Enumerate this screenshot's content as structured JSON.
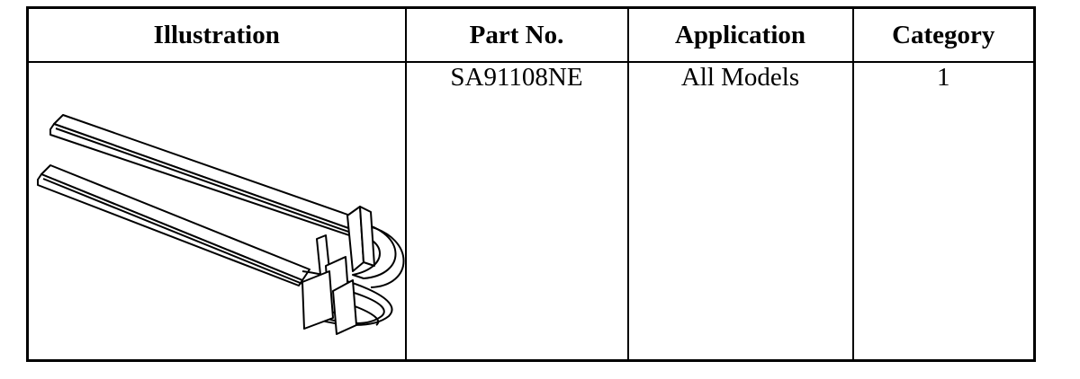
{
  "table": {
    "headers": {
      "illustration": "Illustration",
      "part_no": "Part No.",
      "application": "Application",
      "category": "Category"
    },
    "rows": [
      {
        "illustration_icon": "heating-element-icon",
        "part_no": "SA91108NE",
        "application": "All Models",
        "category": "1"
      }
    ]
  }
}
